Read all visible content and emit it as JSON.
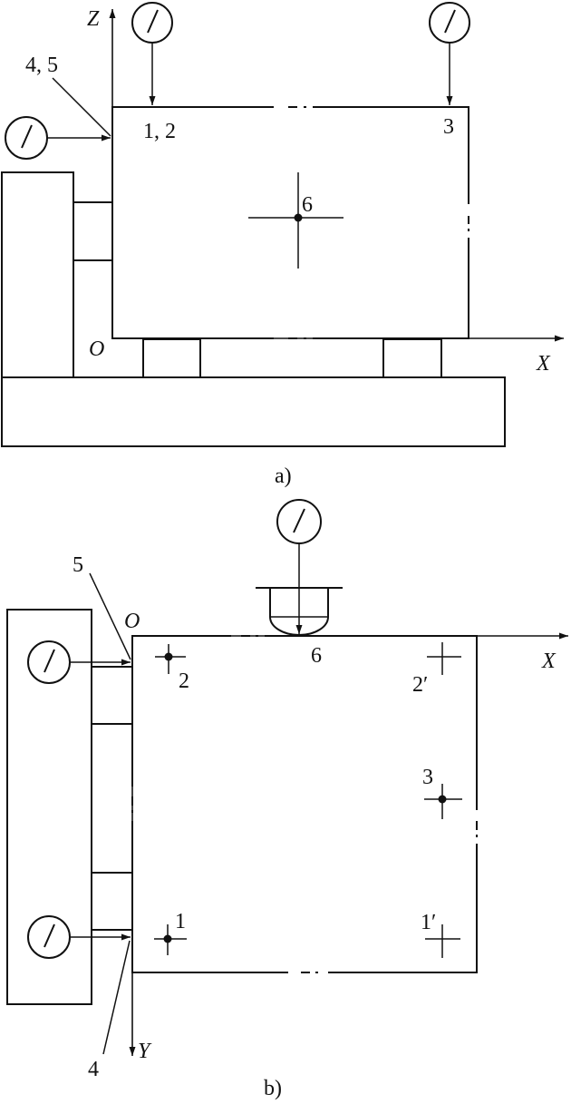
{
  "figure_a": {
    "caption": "a)",
    "axis_z": "Z",
    "axis_x": "X",
    "origin": "O",
    "label_left": "4, 5",
    "label_top_left": "1, 2",
    "label_top_right": "3",
    "label_center": "6"
  },
  "figure_b": {
    "caption": "b)",
    "axis_x": "X",
    "axis_y": "Y",
    "origin": "O",
    "label_5": "5",
    "label_4": "4",
    "label_6": "6",
    "label_1": "1",
    "label_2": "2",
    "label_3": "3",
    "label_1p": "1′",
    "label_2p": "2′"
  },
  "icons": {
    "indicator": "dial-indicator-icon"
  }
}
